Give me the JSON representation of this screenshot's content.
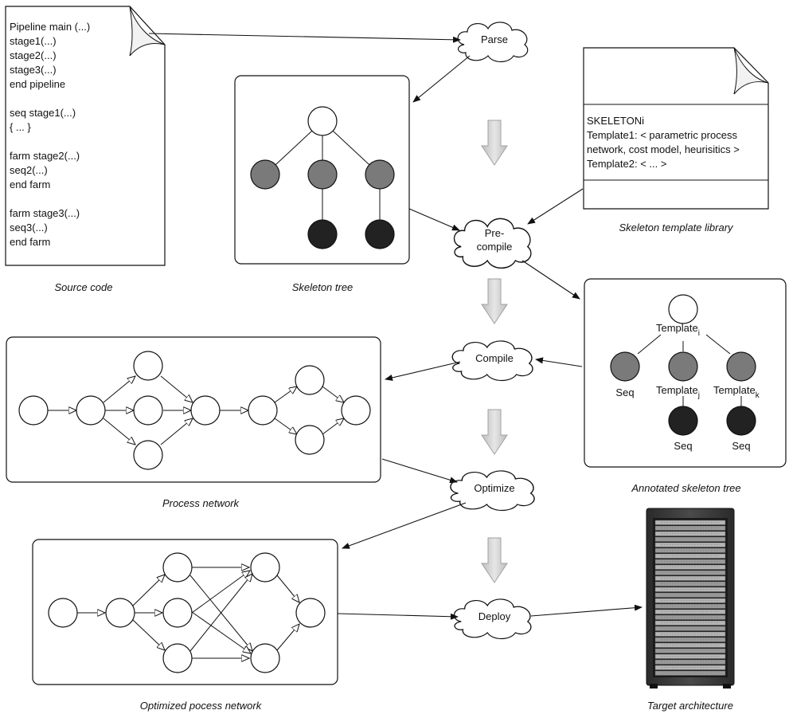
{
  "source_code": {
    "lines": [
      "Pipeline main  (...)",
      "  stage1(...)",
      "  stage2(...)",
      "  stage3(...)",
      "end pipeline",
      "",
      "seq stage1(...)",
      "{ ... }",
      "",
      "farm stage2(...)",
      "   seq2(...)",
      "end farm",
      "",
      "farm stage3(...)",
      "  seq3(...)",
      "end farm"
    ],
    "caption": "Source code"
  },
  "skeleton_tree": {
    "caption": "Skeleton tree"
  },
  "library": {
    "lines": [
      "SKELETONi",
      "Template1: < parametric process",
      "network, cost model, heurisitics >",
      "Template2: < ... >"
    ],
    "caption": "Skeleton template library"
  },
  "steps": {
    "parse": "Parse",
    "precompile_1": "Pre-",
    "precompile_2": "compile",
    "compile": "Compile",
    "optimize": "Optimize",
    "deploy": "Deploy"
  },
  "annotated_tree": {
    "root_label": "Template",
    "root_sub": "i",
    "seq": "Seq",
    "mid_label": "Template",
    "mid_sub": "j",
    "right_label": "Template",
    "right_sub": "k",
    "leaf_seq_1": "Seq",
    "leaf_seq_2": "Seq",
    "caption": "Annotated skeleton tree"
  },
  "process_network": {
    "caption": "Process network"
  },
  "optimized_network": {
    "caption": "Optimized pocess network"
  },
  "target": {
    "caption": "Target architecture"
  },
  "colors": {
    "node_white": "#ffffff",
    "node_gray": "#7a7a7a",
    "node_dark": "#222222",
    "flow_arrow": "#d6d6d6"
  }
}
